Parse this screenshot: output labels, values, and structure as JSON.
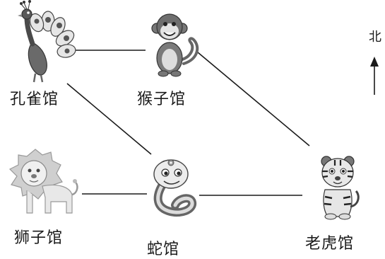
{
  "venues": {
    "peacock": {
      "label": "孔雀馆",
      "icon": "peacock-icon"
    },
    "monkey": {
      "label": "猴子馆",
      "icon": "monkey-icon"
    },
    "lion": {
      "label": "狮子馆",
      "icon": "lion-icon"
    },
    "snake": {
      "label": "蛇馆",
      "icon": "snake-icon"
    },
    "tiger": {
      "label": "老虎馆",
      "icon": "tiger-icon"
    }
  },
  "paths": [
    {
      "from": "peacock",
      "to": "monkey"
    },
    {
      "from": "peacock",
      "to": "snake"
    },
    {
      "from": "monkey",
      "to": "tiger"
    },
    {
      "from": "lion",
      "to": "snake"
    },
    {
      "from": "snake",
      "to": "tiger"
    }
  ],
  "compass": {
    "label": "北",
    "direction": "up"
  },
  "colors": {
    "line": "#1a1a1a",
    "illustration": "#555555"
  }
}
